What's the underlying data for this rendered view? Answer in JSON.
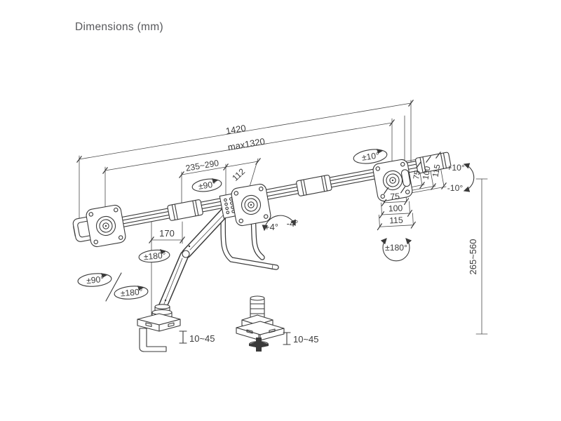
{
  "title": "Dimensions (mm)",
  "colors": {
    "line": "#3a3a3a",
    "text": "#3b3b3b",
    "background": "#ffffff",
    "title": "#57585b"
  },
  "labels": {
    "total_width": "1420",
    "max_width": "max1320",
    "slide_range": "235~290",
    "plate_offset": "112",
    "base_offset": "170",
    "height_range": "265~560",
    "clamp_range": "10~45",
    "vesa_75": "75",
    "vesa_100": "100",
    "vesa_115": "115",
    "swivel_10": "±10°",
    "swivel_90": "±90°",
    "rotate_180": "±180°",
    "tilt_up_4": "+4°",
    "tilt_down_4": "-4°",
    "tilt_up_10": "+10°",
    "tilt_down_10": "-10°"
  }
}
